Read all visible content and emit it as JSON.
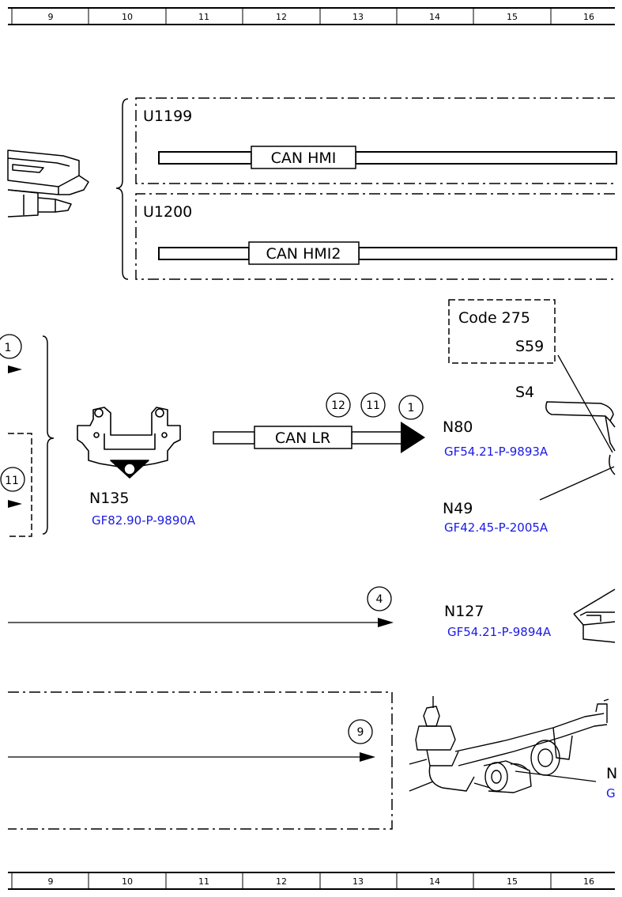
{
  "ruler": {
    "columns": [
      "9",
      "10",
      "11",
      "12",
      "13",
      "14",
      "15",
      "16"
    ]
  },
  "bus_groups": {
    "group_a": {
      "id": "U1199",
      "bus": "CAN HMI"
    },
    "group_b": {
      "id": "U1200",
      "bus": "CAN HMI2"
    }
  },
  "can_lr": {
    "bus": "CAN LR",
    "markers": [
      "12",
      "11",
      "1"
    ]
  },
  "left_edge_markers": {
    "top": "1",
    "bottom": "11"
  },
  "code_box": {
    "code": "Code 275",
    "switch": "S59"
  },
  "components": {
    "n135": {
      "id": "N135",
      "ref": "GF82.90-P-9890A"
    },
    "s4": {
      "id": "S4"
    },
    "n80": {
      "id": "N80",
      "ref": "GF54.21-P-9893A"
    },
    "n49": {
      "id": "N49",
      "ref": "GF42.45-P-2005A"
    },
    "n127": {
      "id": "N127",
      "ref": "GF54.21-P-9894A"
    },
    "steering_partial": {
      "id": "N",
      "ref": "G"
    }
  },
  "arrow_markers": {
    "arrow_4": "4",
    "arrow_9": "9"
  }
}
